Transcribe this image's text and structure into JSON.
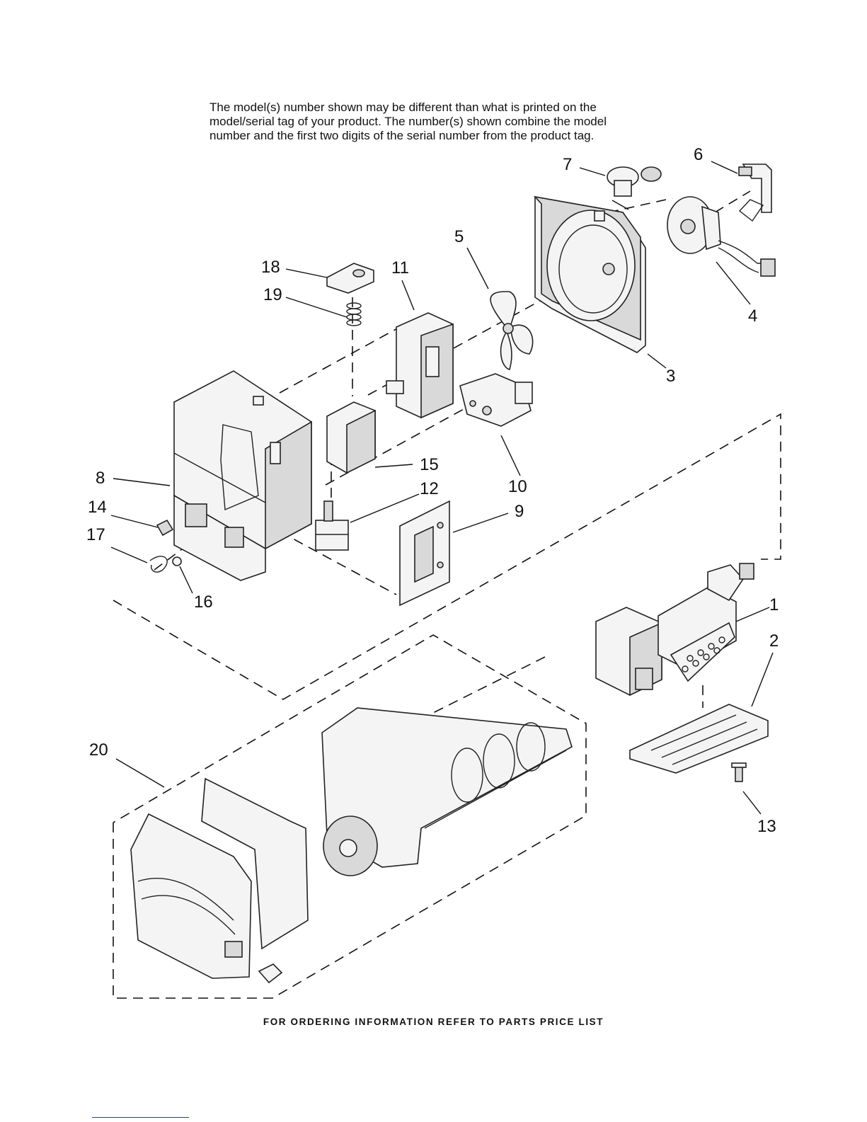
{
  "header": {
    "lines": [
      "The model(s) number shown may be different than what is printed on the",
      "model/serial tag of your product. The number(s) shown combine the model",
      "number and the first two digits of the serial number from the product tag."
    ]
  },
  "footer": {
    "text": "FOR ORDERING INFORMATION REFER TO PARTS PRICE LIST"
  },
  "callouts": {
    "c1": "1",
    "c2": "2",
    "c3": "3",
    "c4": "4",
    "c5": "5",
    "c6": "6",
    "c7": "7",
    "c8": "8",
    "c9": "9",
    "c10": "10",
    "c11": "11",
    "c12": "12",
    "c13": "13",
    "c14": "14",
    "c15": "15",
    "c16": "16",
    "c17": "17",
    "c18": "18",
    "c19": "19",
    "c20": "20"
  },
  "colors": {
    "ink": "#111111",
    "part_fill": "#f4f4f4",
    "part_shade": "#d9d9d9",
    "link_underline": "#2233cc"
  }
}
